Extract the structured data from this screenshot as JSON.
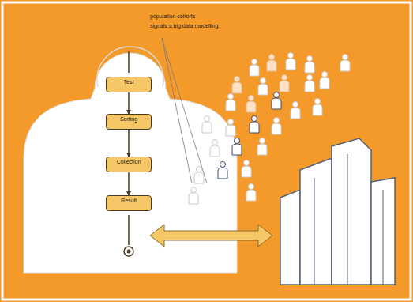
{
  "diagram": {
    "nodes": [
      {
        "text": [
          "Test"
        ]
      },
      {
        "text": [
          "Sorting"
        ]
      },
      {
        "text": [
          "Collection"
        ]
      },
      {
        "text": [
          "Result"
        ]
      }
    ],
    "edges": [
      {
        "from": 0,
        "to": 1,
        "arrow": "to"
      },
      {
        "from": 1,
        "to": 2,
        "arrow": "to"
      },
      {
        "from": 2,
        "to": 3,
        "arrow": "to"
      }
    ],
    "labels": [
      "population cohorts",
      "signals a big data modelling"
    ]
  }
}
